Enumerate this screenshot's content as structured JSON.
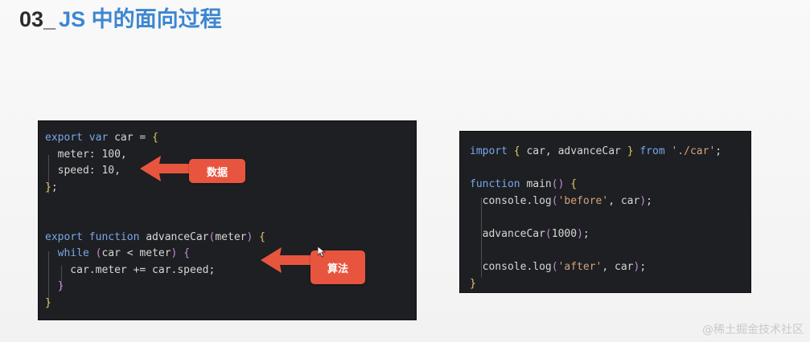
{
  "title": {
    "number": "03_",
    "text": "JS 中的面向过程"
  },
  "left_code": {
    "lines": [
      {
        "a": "export var car = {"
      },
      {
        "a": "  meter: 100,"
      },
      {
        "a": "  speed: 10,"
      },
      {
        "a": "};"
      },
      {
        "a": ""
      },
      {
        "a": ""
      },
      {
        "a": "export function advanceCar(meter) {"
      },
      {
        "a": "  while (car < meter) {"
      },
      {
        "a": "    car.meter += car.speed;"
      },
      {
        "a": "  }"
      },
      {
        "a": "}"
      }
    ]
  },
  "right_code": {
    "lines": [
      {
        "a": "import { car, advanceCar } from './car';"
      },
      {
        "a": ""
      },
      {
        "a": "function main() {"
      },
      {
        "a": "  console.log('before', car);"
      },
      {
        "a": ""
      },
      {
        "a": "  advanceCar(1000);"
      },
      {
        "a": ""
      },
      {
        "a": "  console.log('after', car);"
      },
      {
        "a": "}"
      }
    ]
  },
  "callouts": {
    "data_label": "数据",
    "algorithm_label": "算法"
  },
  "colors": {
    "accent": "#3d86d1",
    "callout": "#e8553f",
    "code_bg": "#1d1f22"
  },
  "watermark": "@稀土掘金技术社区"
}
